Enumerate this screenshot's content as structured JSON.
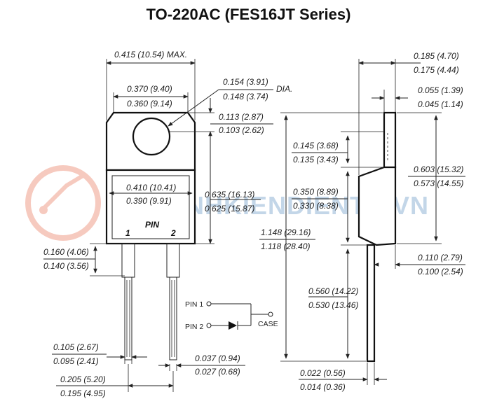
{
  "title": "TO-220AC (FES16JT Series)",
  "front_view": {
    "width_max": "0.415 (10.54) MAX.",
    "tab_width": [
      "0.370 (9.40)",
      "0.360 (9.14)"
    ],
    "hole_dia": [
      "0.154 (3.91)",
      "0.148 (3.74)"
    ],
    "hole_dia_suffix": "DIA.",
    "tab_top_to_hole": [
      "0.113 (2.87)",
      "0.103 (2.62)"
    ],
    "body_width": [
      "0.410 (10.41)",
      "0.390 (9.91)"
    ],
    "overall_height": [
      "0.635 (16.13)",
      "0.625 (15.87)"
    ],
    "pin_label": "PIN",
    "pin_1": "1",
    "pin_2": "2",
    "lead_shoulder": [
      "0.160 (4.06)",
      "0.140 (3.56)"
    ],
    "lead_width": [
      "0.105 (2.67)",
      "0.095 (2.41)"
    ],
    "lead_thickness": [
      "0.037 (0.94)",
      "0.027 (0.68)"
    ],
    "lead_pitch": [
      "0.205 (5.20)",
      "0.195 (4.95)"
    ]
  },
  "schematic": {
    "pin1": "PIN 1",
    "pin2": "PIN 2",
    "case": "CASE"
  },
  "side_view": {
    "body_thickness": [
      "0.185 (4.70)",
      "0.175 (4.44)"
    ],
    "tab_thickness": [
      "0.055 (1.39)",
      "0.045 (1.14)"
    ],
    "tab_step": [
      "0.145 (3.68)",
      "0.135 (3.43)"
    ],
    "body_height": [
      "0.603 (15.32)",
      "0.573 (14.55)"
    ],
    "step_to_bottom": [
      "0.350 (8.89)",
      "0.330 (8.38)"
    ],
    "total_length": [
      "1.148 (29.16)",
      "1.118 (28.40)"
    ],
    "lead_offset": [
      "0.110 (2.79)",
      "0.100 (2.54)"
    ],
    "lead_length": [
      "0.560 (14.22)",
      "0.530 (13.46)"
    ],
    "lead_thick": [
      "0.022 (0.56)",
      "0.014 (0.36)"
    ]
  },
  "watermark": "BHNLINHKIENDIENTU.VN",
  "colors": {
    "line": "#222222",
    "watermark": "#2a6fb0"
  }
}
